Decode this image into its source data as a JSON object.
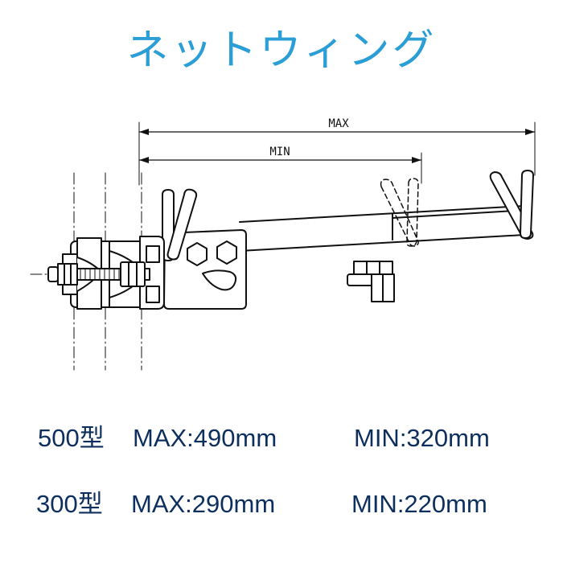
{
  "title": "ネットウィング",
  "colors": {
    "title": "#2b9ed6",
    "spec_text": "#0d2f5e",
    "line": "#111111"
  },
  "dimensions": {
    "max_label": "MAX",
    "min_label": "MIN"
  },
  "specs": [
    {
      "model": "500型",
      "max": "MAX:490mm",
      "min": "MIN:320mm"
    },
    {
      "model": "300型",
      "max": "MAX:290mm",
      "min": "MIN:220mm"
    }
  ]
}
